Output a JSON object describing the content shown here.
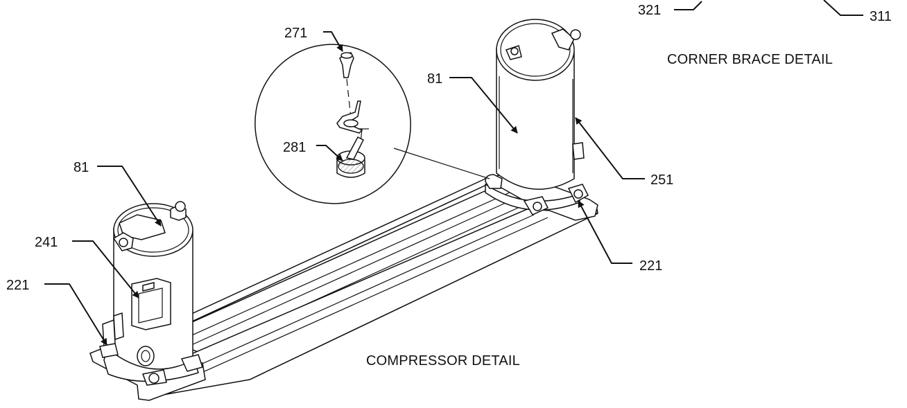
{
  "titles": {
    "corner": "CORNER BRACE DETAIL",
    "compressor": "COMPRESSOR DETAIL"
  },
  "labels": {
    "l321": "321",
    "l311": "311",
    "l271": "271",
    "l281": "281",
    "l81_right": "81",
    "l251": "251",
    "l221_right": "221",
    "l81_left": "81",
    "l241": "241",
    "l221_left": "221"
  }
}
